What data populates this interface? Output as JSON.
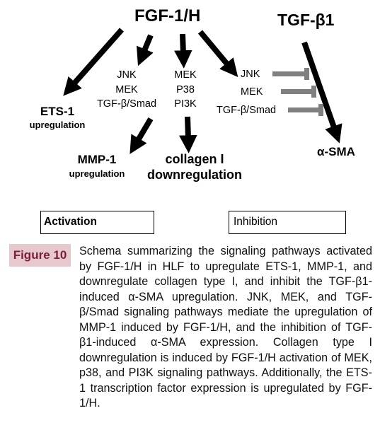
{
  "nodes": {
    "fgf": "FGF-1/H",
    "tgf": "TGF-β1",
    "left_branch": [
      "JNK",
      "MEK",
      "TGF-β/Smad"
    ],
    "middle_branch": [
      "MEK",
      "P38",
      "PI3K"
    ],
    "right_branch": [
      "JNK",
      "MEK",
      "TGF-β/Smad"
    ],
    "ets1_name": "ETS-1",
    "ets1_effect": "upregulation",
    "mmp1_name": "MMP-1",
    "mmp1_effect": "upregulation",
    "collagen_name": "collagen I",
    "collagen_effect": "downregulation",
    "asma": "α-SMA"
  },
  "legend": {
    "activation": "Activation",
    "inhibition": "Inhibition"
  },
  "figure": {
    "label": "Figure 10",
    "caption": "Schema summarizing the signaling pathways activated by FGF-1/H in HLF to upregulate ETS-1, MMP-1, and downregulate collagen type I, and inhibit the TGF-β1-induced α-SMA upregulation. JNK, MEK, and TGF-β/Smad signaling pathways mediate the upregulation of MMP-1 induced by FGF-1/H, and the inhibition of TGF-β1-induced α-SMA expression. Collagen type I downregulation is induced by FGF-1/H activation of MEK, p38, and PI3K signaling pathways. Additionally, the ETS-1 transcription factor expression is upregulated by FGF-1/H."
  },
  "colors": {
    "arrow": "#000000",
    "inhibition": "#808080",
    "label_bg": "#e8c8cf",
    "label_text": "#7a1f36"
  }
}
